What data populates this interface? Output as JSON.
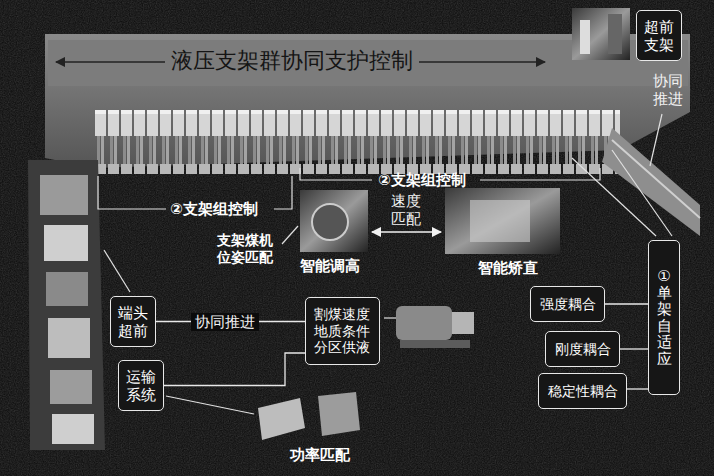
{
  "diagram": {
    "nodes": [
      {
        "text": [
          "超前 支架"
        ]
      },
      {
        "text": [
          "端头 超前"
        ]
      },
      {
        "text": [
          "割煤速度 地质条件 分区供液"
        ]
      },
      {
        "text": [
          "强度耦合"
        ]
      },
      {
        "text": [
          "①单架自适应"
        ]
      },
      {
        "text": [
          "刚度耦合"
        ]
      },
      {
        "text": [
          "稳定性耦合"
        ]
      },
      {
        "text": [
          "运输 系统"
        ]
      }
    ],
    "edges": [
      {
        "from": 1,
        "to": 2,
        "arrow": "none",
        "label": "协同推进"
      },
      {
        "from": 7,
        "to": 2,
        "arrow": "none"
      },
      {
        "from": 3,
        "to": 4,
        "arrow": "none"
      },
      {
        "from": 5,
        "to": 4,
        "arrow": "none"
      },
      {
        "from": 6,
        "to": 4,
        "arrow": "none"
      }
    ],
    "labels": [
      "液压支架群协同支护控制",
      "协同 推进",
      "②支架组控制",
      "②支架组控制",
      "支架煤机 位姿匹配",
      "智能调高",
      "速度 匹配",
      "智能矫直",
      "功率匹配"
    ]
  }
}
